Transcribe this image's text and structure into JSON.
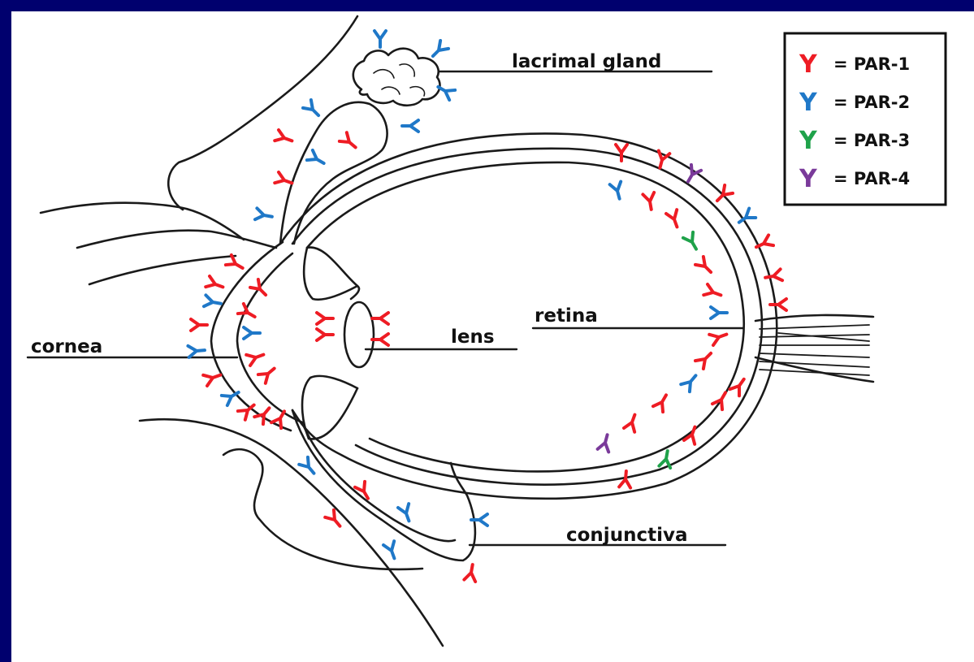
{
  "labels": {
    "lacrimal_gland": "lacrimal gland",
    "cornea": "cornea",
    "lens": "lens",
    "retina": "retina",
    "conjunctiva": "conjunctiva"
  },
  "legend": [
    {
      "symbol": "Y",
      "text": "= PAR-1",
      "color": "#ee1c24"
    },
    {
      "symbol": "Y",
      "text": "= PAR-2",
      "color": "#1f78c8"
    },
    {
      "symbol": "Y",
      "text": "= PAR-3",
      "color": "#1fa24a"
    },
    {
      "symbol": "Y",
      "text": "= PAR-4",
      "color": "#7a3a9a"
    }
  ],
  "colors": {
    "frame": "#00006e",
    "background": "#ffffff",
    "par1": "#ee1c24",
    "par2": "#1f78c8",
    "par3": "#1fa24a",
    "par4": "#7a3a9a"
  }
}
